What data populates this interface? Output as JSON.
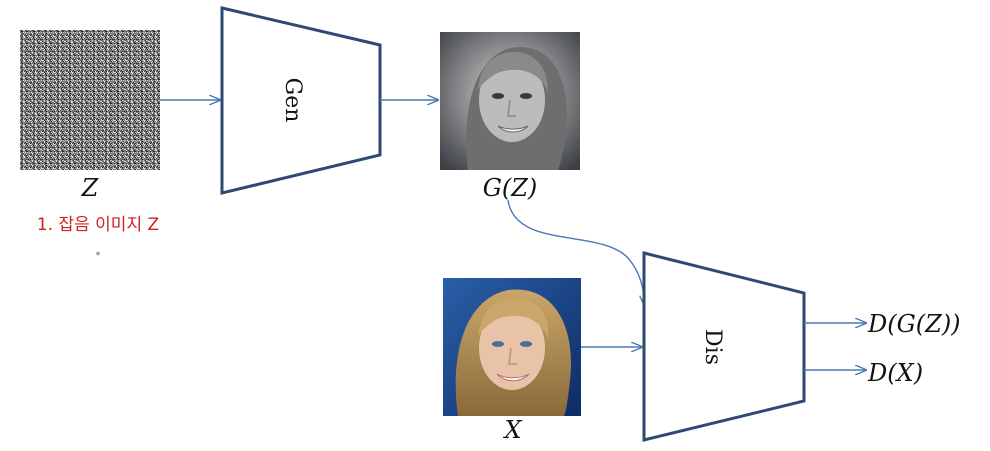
{
  "diagram": {
    "noise_label": "Z",
    "noise_caption": "1. 잡음 이미지 Z",
    "generator_label": "Gen",
    "generated_label": "G(Z)",
    "real_label": "X",
    "discriminator_label": "Dis",
    "output_fake_label": "D(G(Z))",
    "output_real_label": "D(X)"
  },
  "colors": {
    "block_stroke": "#2e4a74",
    "arrow": "#4a7ab4",
    "caption": "#d02020"
  }
}
